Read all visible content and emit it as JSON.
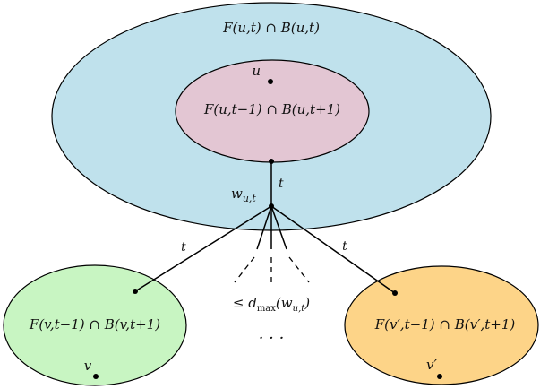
{
  "colors": {
    "outer_fill": "#bfe1ec",
    "inner_fill": "#e3c6d3",
    "left_fill": "#c8f5c2",
    "right_fill": "#fdd488",
    "stroke": "#000000"
  },
  "labels": {
    "outer_set": "F(u,t) ∩ B(u,t)",
    "inner_set": "F(u,t−1) ∩ B(u,t+1)",
    "left_set": "F(v,t−1) ∩ B(v,t+1)",
    "right_set": "F(v′,t−1) ∩ B(v′,t+1)",
    "node_u": "u",
    "node_v": "v",
    "node_vprime": "v′",
    "node_w": "w_{u,t}",
    "node_w_base": "w",
    "node_w_sub": "u,t",
    "edge_top": "t",
    "edge_left": "t",
    "edge_right": "t",
    "degree_bound_prefix": "≤ d",
    "degree_bound_sub": "max",
    "degree_bound_suffix": "(w",
    "degree_bound_arg_sub": "u,t",
    "degree_bound_close": ")",
    "ellipsis": "· · ·"
  }
}
